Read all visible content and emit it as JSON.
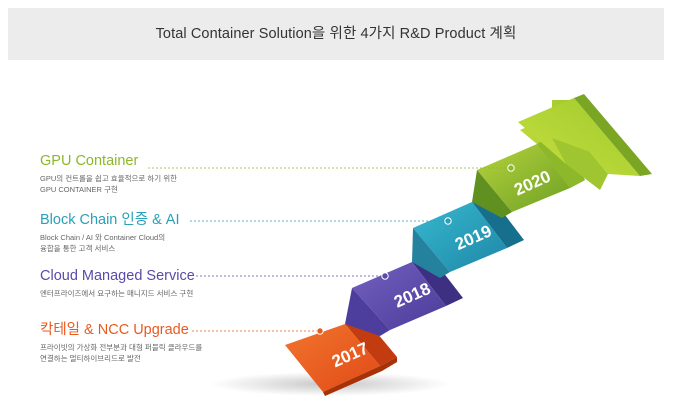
{
  "header": {
    "title": "Total Container Solution을 위한 4가지 R&D Product 계획"
  },
  "colors": {
    "item_2020": "#8cb82a",
    "item_2019": "#2a9fb8",
    "item_2018": "#5b4aa8",
    "item_2017": "#e95a1f"
  },
  "items": [
    {
      "title": "GPU Container",
      "desc_line1": "GPU의 컨트롤을 쉽고 효율적으로 하기 위한",
      "desc_line2": "GPU CONTAINER 구현",
      "year": "2020"
    },
    {
      "title": "Block Chain 인증 & AI",
      "desc_line1": "Block Chain / AI 와 Container Cloud의",
      "desc_line2": "융합을 통한 고객 서비스",
      "year": "2019"
    },
    {
      "title": "Cloud Managed Service",
      "desc_line1": "엔터프라이즈에서 요구하는 매니지드 서비스 구현",
      "desc_line2": "",
      "year": "2018"
    },
    {
      "title": "칵테일 & NCC Upgrade",
      "desc_line1": "프라이빗의 가상화 전부분과 대형 퍼블릭 클라우드를",
      "desc_line2": "연결하는 멀티하이브리드로 발전",
      "year": "2017"
    }
  ]
}
